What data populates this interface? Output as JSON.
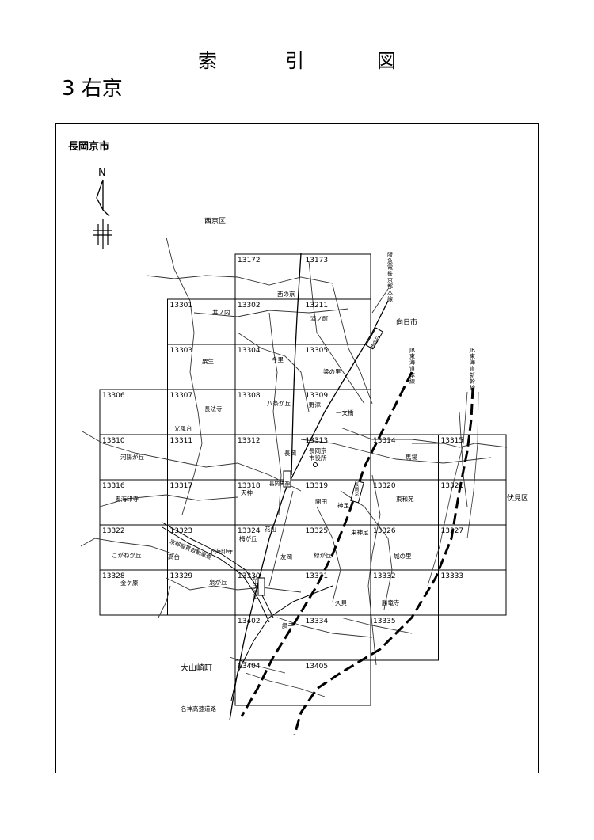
{
  "title": {
    "chars": [
      "索",
      "引",
      "図"
    ]
  },
  "subtitle": "3 右京",
  "city_label": "長岡京市",
  "north_label": "N",
  "region_labels": {
    "west_kyoto": "西京区",
    "muko": "向日市",
    "fushimi": "伏見区",
    "oyamazaki": "大山崎町"
  },
  "grid_cells": [
    {
      "code": "13172",
      "col": 2,
      "row": 0
    },
    {
      "code": "13173",
      "col": 3,
      "row": 0
    },
    {
      "code": "13301",
      "col": 1,
      "row": 1
    },
    {
      "code": "13302",
      "col": 2,
      "row": 1
    },
    {
      "code": "13211",
      "col": 3,
      "row": 1
    },
    {
      "code": "13303",
      "col": 1,
      "row": 2
    },
    {
      "code": "13304",
      "col": 2,
      "row": 2
    },
    {
      "code": "13305",
      "col": 3,
      "row": 2
    },
    {
      "code": "13306",
      "col": 0,
      "row": 3
    },
    {
      "code": "13307",
      "col": 1,
      "row": 3
    },
    {
      "code": "13308",
      "col": 2,
      "row": 3
    },
    {
      "code": "13309",
      "col": 3,
      "row": 3
    },
    {
      "code": "13310",
      "col": 0,
      "row": 4
    },
    {
      "code": "13311",
      "col": 1,
      "row": 4
    },
    {
      "code": "13312",
      "col": 2,
      "row": 4
    },
    {
      "code": "13313",
      "col": 3,
      "row": 4
    },
    {
      "code": "13314",
      "col": 4,
      "row": 4
    },
    {
      "code": "13315",
      "col": 5,
      "row": 4
    },
    {
      "code": "13316",
      "col": 0,
      "row": 5
    },
    {
      "code": "13317",
      "col": 1,
      "row": 5
    },
    {
      "code": "13318",
      "col": 2,
      "row": 5
    },
    {
      "code": "13319",
      "col": 3,
      "row": 5
    },
    {
      "code": "13320",
      "col": 4,
      "row": 5
    },
    {
      "code": "13321",
      "col": 5,
      "row": 5
    },
    {
      "code": "13322",
      "col": 0,
      "row": 6
    },
    {
      "code": "13323",
      "col": 1,
      "row": 6
    },
    {
      "code": "13324",
      "col": 2,
      "row": 6
    },
    {
      "code": "13325",
      "col": 3,
      "row": 6
    },
    {
      "code": "13326",
      "col": 4,
      "row": 6
    },
    {
      "code": "13327",
      "col": 5,
      "row": 6
    },
    {
      "code": "13328",
      "col": 0,
      "row": 7
    },
    {
      "code": "13329",
      "col": 1,
      "row": 7
    },
    {
      "code": "13330",
      "col": 2,
      "row": 7
    },
    {
      "code": "13331",
      "col": 3,
      "row": 7
    },
    {
      "code": "13332",
      "col": 4,
      "row": 7
    },
    {
      "code": "13333",
      "col": 5,
      "row": 7
    },
    {
      "code": "13402",
      "col": 2,
      "row": 8
    },
    {
      "code": "13334",
      "col": 3,
      "row": 8
    },
    {
      "code": "13335",
      "col": 4,
      "row": 8
    },
    {
      "code": "13404",
      "col": 2,
      "row": 9
    },
    {
      "code": "13405",
      "col": 3,
      "row": 9
    }
  ],
  "place_labels": {
    "nishinokyo": "西の京",
    "inouchi": "井ノ内",
    "takinomachi": "滝ノ町",
    "awao": "粟生",
    "imazato": "今里",
    "yanagi": "梁の里",
    "chohoji": "長法寺",
    "hachijo": "八条が丘",
    "noe": "野添",
    "ichimonbashi": "一文橋",
    "kofudai": "光風台",
    "kawarajinka": "河陽が丘",
    "nagaoka": "長岡",
    "cityhall": "長岡京\n市役所",
    "baba": "馬場",
    "okaiin": "奥海印寺",
    "nagaoka_tenjin": "長岡天神",
    "tenjin": "天神",
    "kaiden": "開田",
    "kamitari": "神足",
    "higashiwaen": "東和苑",
    "hanayama": "花山",
    "umegaoka": "梅が丘",
    "shimokaiinji": "下海印寺",
    "takadai": "高台",
    "koganegaoka": "こがねが丘",
    "tomooka": "友岡",
    "midorigaoka": "緑が丘",
    "higashikamitari": "東神足",
    "shironosato": "城の里",
    "kanegahara": "金ケ原",
    "izumigaoka": "泉が丘",
    "kugi": "久貝",
    "shoryuji": "勝竜寺",
    "choshi": "調子",
    "expressway": "名神高速道路",
    "jukan_road": "京都縦貫自動車道"
  },
  "rail_labels": {
    "hankyu": "阪急電鉄京都本線",
    "jr_tokaido": "JR東海道本線",
    "jr_shinkansen": "JR東海道新幹線",
    "station_nishimuko": "西向日",
    "station_nishiyama": "西山天王山",
    "station_nagaokakyo": "長岡京"
  }
}
